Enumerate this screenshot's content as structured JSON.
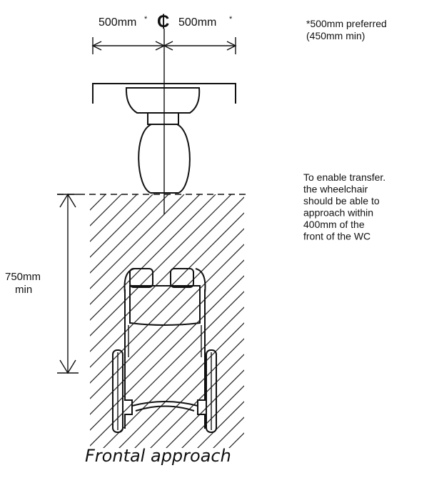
{
  "dimensions": {
    "left_width": "500mm",
    "left_mark": "*",
    "right_width": "500mm",
    "right_mark": "*",
    "centreline_symbol": "₵",
    "depth_value": "750mm",
    "depth_suffix": "min"
  },
  "notes": {
    "preferred_line1": "*500mm preferred",
    "preferred_line2": "(450mm min)",
    "transfer_lines": [
      "To enable transfer.",
      "the wheelchair",
      "should be able to",
      "approach within",
      "400mm of the",
      "front of the WC"
    ]
  },
  "caption": "Frontal approach"
}
